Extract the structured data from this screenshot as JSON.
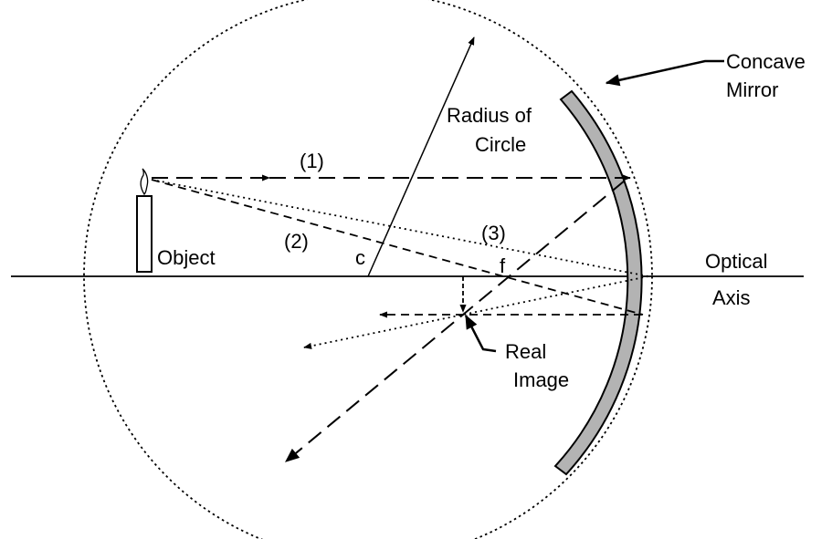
{
  "labels": {
    "concave": "Concave",
    "mirror": "Mirror",
    "radius": "Radius of",
    "circle": "Circle",
    "ray1": "(1)",
    "ray2": "(2)",
    "ray3": "(3)",
    "object": "Object",
    "center": "c",
    "focal": "f",
    "optical": "Optical",
    "axis": "Axis",
    "real": "Real",
    "image": "Image"
  },
  "colors": {
    "ink": "#000000",
    "mirror_fill": "#b3b3b3",
    "background": "#ffffff"
  }
}
